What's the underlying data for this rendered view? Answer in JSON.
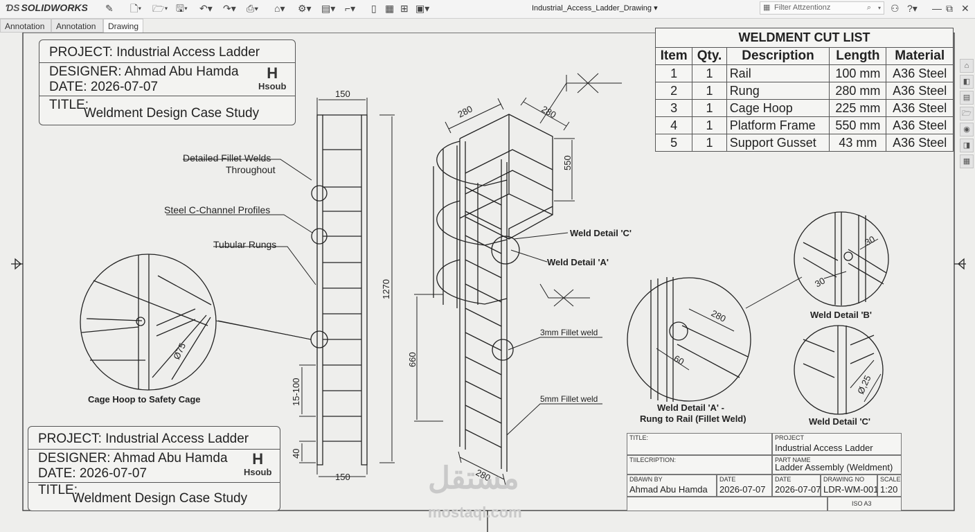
{
  "app": {
    "name": "SOLIDWORKS",
    "document_title": "Industrial_Access_Ladder_Drawing",
    "filter_placeholder": "Filter Attzentionz"
  },
  "tabs": [
    {
      "label": "Annotation"
    },
    {
      "label": "Annotation"
    },
    {
      "label": "Drawing"
    }
  ],
  "info_box": {
    "project": "PROJECT: Industrial Access Ladder",
    "designer": "DESIGNER: Ahmad Abu Hamda",
    "date": "DATE: 2026-07-07",
    "title_label": "TITLE:",
    "title_value": "Weldment Design Case Study",
    "logo_text": "Hsoub"
  },
  "cut_list": {
    "title": "WELDMENT CUT LIST",
    "headers": [
      "Item",
      "Qty.",
      "Description",
      "Length",
      "Material"
    ],
    "rows": [
      [
        "1",
        "1",
        "Rail",
        "100 mm",
        "A36 Steel"
      ],
      [
        "2",
        "1",
        "Rung",
        "280 mm",
        "A36 Steel"
      ],
      [
        "3",
        "1",
        "Cage Hoop",
        "225 mm",
        "A36 Steel"
      ],
      [
        "4",
        "1",
        "Platform Frame",
        "550 mm",
        "A36 Steel"
      ],
      [
        "5",
        "1",
        "Support Gusset",
        "43 mm",
        "A36 Steel"
      ]
    ]
  },
  "callouts": {
    "fillet_welds": "Detailed Fillet Welds",
    "fillet_welds_2": "Throughout",
    "c_channel": "Steel C-Channel Profiles",
    "tubular": "Tubular Rungs",
    "cage_hoop": "Cage Hoop to Safety Cage",
    "weld_c": "Weld Detail 'C'",
    "weld_a": "Weld Detail 'A'",
    "fillet3": "3mm Fillet weld",
    "fillet5": "5mm Fillet weld",
    "weld_b_label": "Weld Detail 'B'",
    "weld_a_big_1": "Weld Detail 'A' -",
    "weld_a_big_2": "Rung to Rail (Fillet Weld)",
    "weld_c_label": "Weld Detail 'C'"
  },
  "dims": {
    "w150": "150",
    "w150b": "150",
    "h1270": "1270",
    "s15100": "15-100",
    "s40": "40",
    "d280a": "280",
    "d280b": "280",
    "d550": "550",
    "d660": "660",
    "d280c": "280",
    "dia75": "Ø75",
    "b30a": "30",
    "b30b": "30",
    "a280": "280",
    "a60": "60",
    "c025": "Ø,25"
  },
  "title_block": {
    "title_k": "TITLE:",
    "project_k": "PROJECT",
    "project_v": "Industrial Access Ladder",
    "desc_k": "TIILECRIPTION:",
    "part_k": "PART NAME",
    "part_v": "Ladder Assembly (Weldment)",
    "drawn_k": "DBAWN BY",
    "drawn_v": "Ahmad Abu Hamda",
    "date1_k": "DATE",
    "date1_v": "2026-07-07",
    "date2_k": "DATE",
    "date2_v": "2026-07-07",
    "dwg_k": "DRAWING NO",
    "dwg_v": "LDR-WM-001",
    "scale_k": "SCALE",
    "scale_v": "1:20",
    "size": "ISO A3"
  },
  "watermark": {
    "arabic": "مستقل",
    "latin": "mostaql.com"
  }
}
